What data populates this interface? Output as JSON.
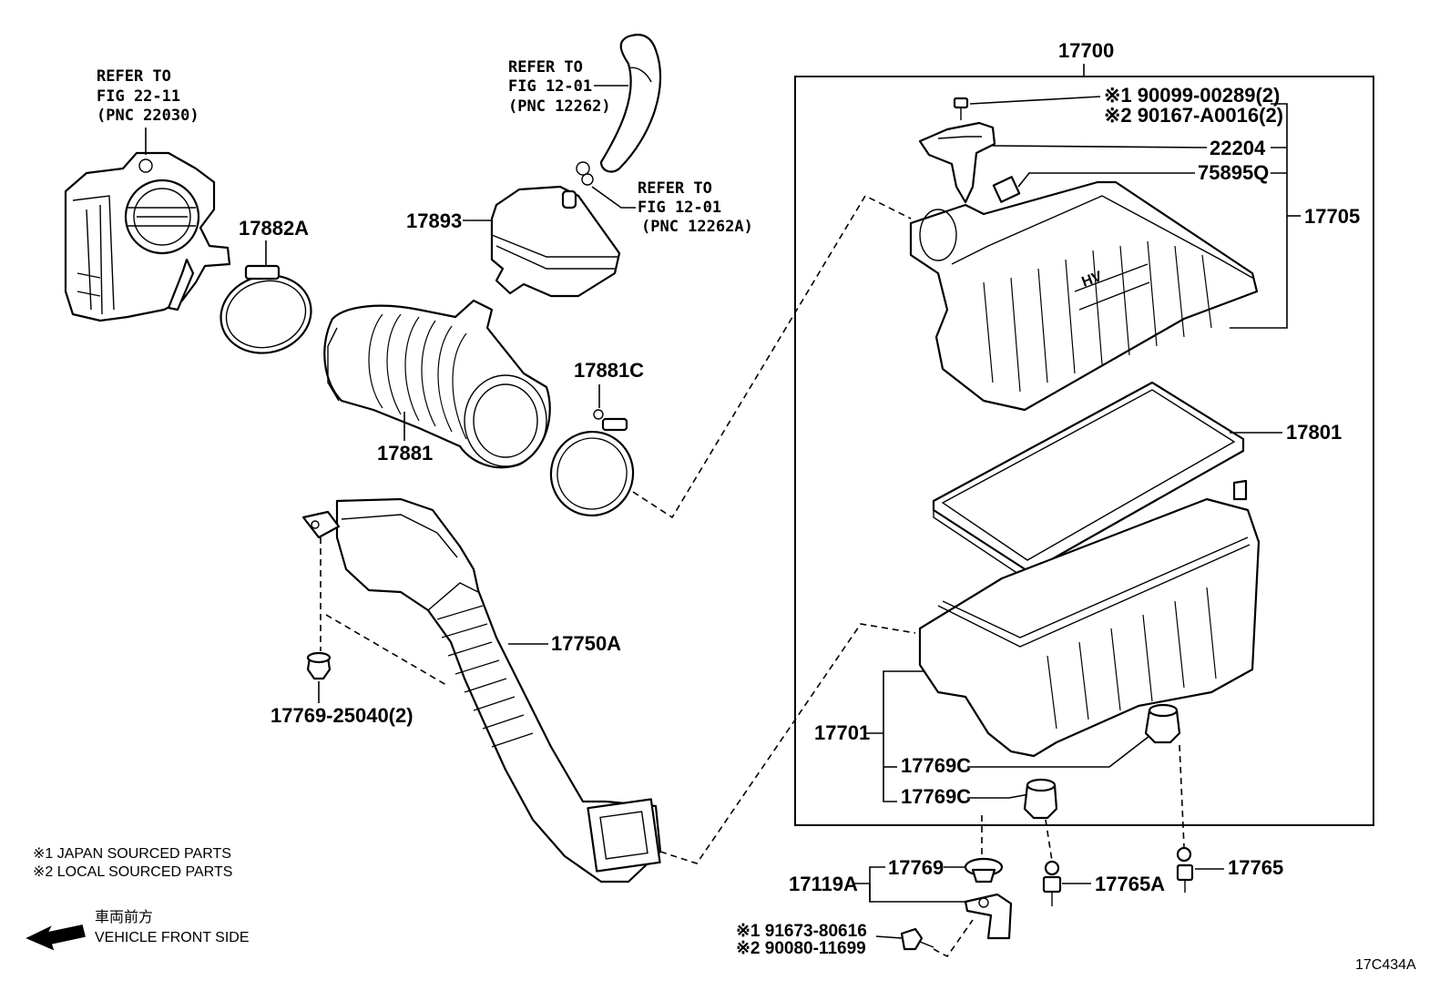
{
  "diagram_id": "17C434A",
  "refs": {
    "throttle_line1": "REFER TO",
    "throttle_line2": "FIG 22-11",
    "throttle_line3": "(PNC 22030)",
    "hose_a_line1": "REFER TO",
    "hose_a_line2": "FIG 12-01",
    "hose_a_line3": "(PNC 12262)",
    "hose_b_line1": "REFER TO",
    "hose_b_line2": "FIG 12-01",
    "hose_b_line3": "(PNC 12262A)"
  },
  "parts": {
    "p17700": "17700",
    "p17882A": "17882A",
    "p17893": "17893",
    "p17881": "17881",
    "p17881C": "17881C",
    "p17750A": "17750A",
    "p17769_25040": "17769-25040(2)",
    "p90099": "※1  90099-00289(2)",
    "p90167": "※2  90167-A0016(2)",
    "p22204": "22204",
    "p75895Q": "75895Q",
    "p17705": "17705",
    "p17801": "17801",
    "p17701": "17701",
    "p17769C_a": "17769C",
    "p17769C_b": "17769C",
    "p17769": "17769",
    "p17119A": "17119A",
    "p17765A": "17765A",
    "p17765": "17765",
    "p91673": "※1  91673-80616",
    "p90080": "※2  90080-11699"
  },
  "legend": {
    "japan": "※1  JAPAN SOURCED PARTS",
    "local": "※2  LOCAL SOURCED PARTS"
  },
  "direction": {
    "jp": "車両前方",
    "en": "VEHICLE FRONT SIDE"
  }
}
